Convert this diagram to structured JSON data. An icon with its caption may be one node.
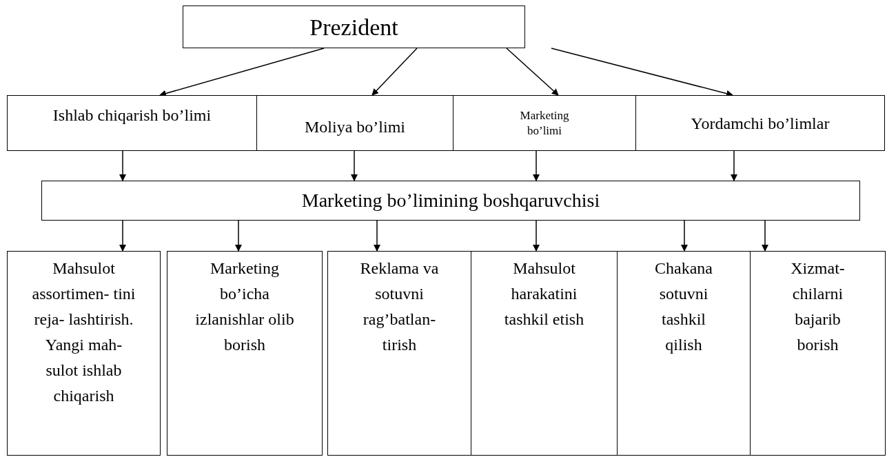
{
  "diagram": {
    "nodes": [
      {
        "text": [
          "Prezident"
        ]
      },
      {
        "text": [
          "Ishlab chiqarish bo’limi"
        ]
      },
      {
        "text": [
          "Moliya bo’limi"
        ]
      },
      {
        "text": [
          "Marketing bo’limi"
        ]
      },
      {
        "text": [
          "Yordamchi bo’limlar"
        ]
      },
      {
        "text": [
          "Marketing bo’limining boshqaruvchisi"
        ]
      },
      {
        "text": [
          "Mahsulot assortimen- tini reja- lashtirish. Yangi mah- sulot ishlab chiqarish"
        ]
      },
      {
        "text": [
          "Marketing bo’icha izlanishlar olib borish"
        ]
      },
      {
        "text": [
          "Reklama va sotuvni rag’batlan- tirish"
        ]
      },
      {
        "text": [
          "Mahsulot harakatini tashkil etish"
        ]
      },
      {
        "text": [
          "Chakana sotuvni tashkil qilish"
        ]
      },
      {
        "text": [
          "Xizmat- chilarni bajarib borish"
        ]
      }
    ],
    "edges": [
      {
        "from": 0,
        "to": 1,
        "arrow": "to"
      },
      {
        "from": 0,
        "to": 2,
        "arrow": "to"
      },
      {
        "from": 0,
        "to": 3,
        "arrow": "to"
      },
      {
        "from": 0,
        "to": 4,
        "arrow": "to"
      },
      {
        "from": 1,
        "to": 5,
        "arrow": "to"
      },
      {
        "from": 2,
        "to": 5,
        "arrow": "to"
      },
      {
        "from": 3,
        "to": 5,
        "arrow": "to"
      },
      {
        "from": 4,
        "to": 5,
        "arrow": "to"
      },
      {
        "from": 5,
        "to": 6,
        "arrow": "to"
      },
      {
        "from": 5,
        "to": 7,
        "arrow": "to"
      },
      {
        "from": 5,
        "to": 8,
        "arrow": "to"
      },
      {
        "from": 5,
        "to": 9,
        "arrow": "to"
      },
      {
        "from": 5,
        "to": 10,
        "arrow": "to"
      },
      {
        "from": 5,
        "to": 11,
        "arrow": "to"
      }
    ]
  }
}
